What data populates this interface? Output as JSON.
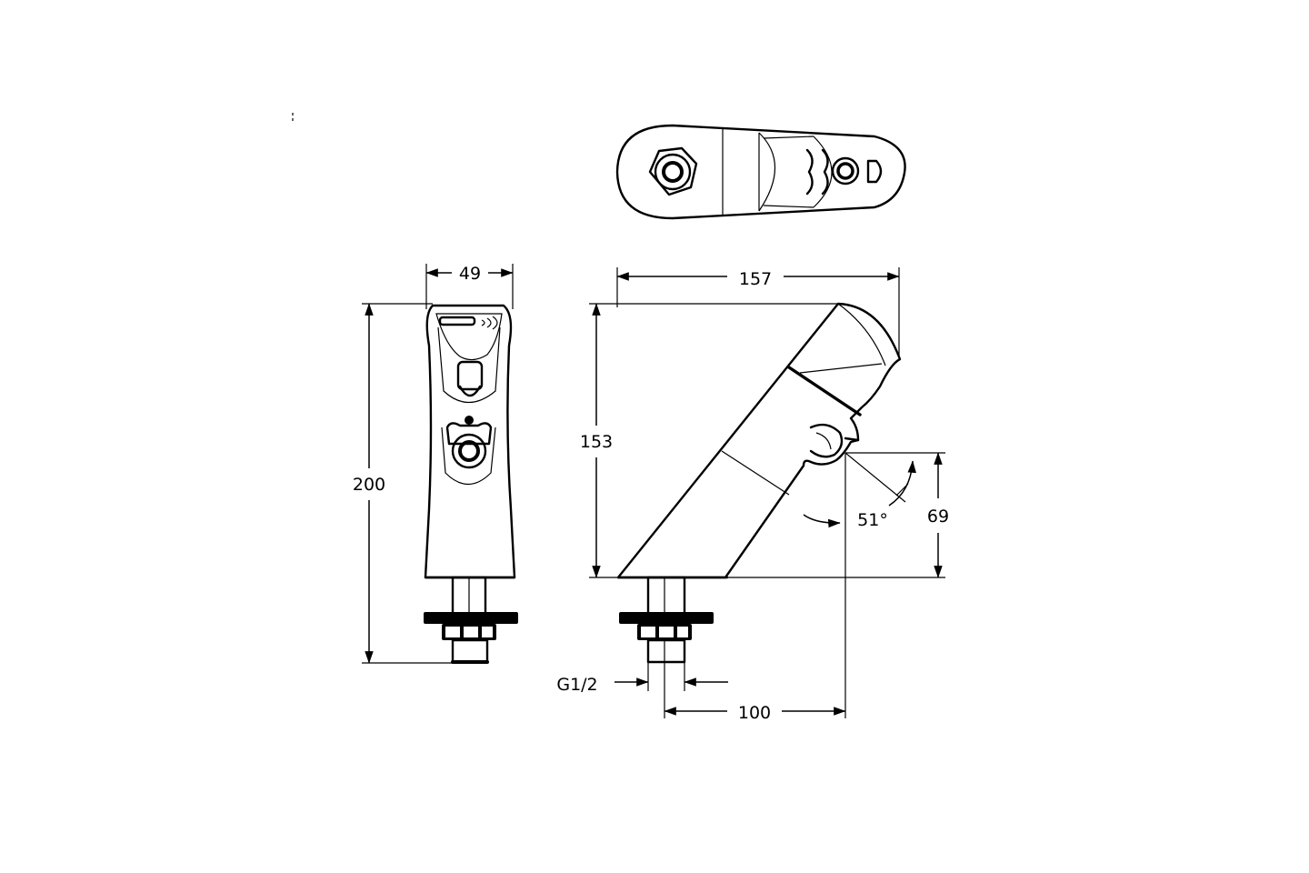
{
  "dimensions": {
    "front_width": "49",
    "front_height": "200",
    "side_length": "157",
    "side_height": "153",
    "outlet_height": "69",
    "outlet_angle": "51°",
    "thread": "G1/2",
    "reach": "100"
  },
  "views": {
    "top": "top-view",
    "front": "front-view",
    "side": "side-view"
  },
  "colors": {
    "line": "#000000",
    "background": "#ffffff"
  }
}
